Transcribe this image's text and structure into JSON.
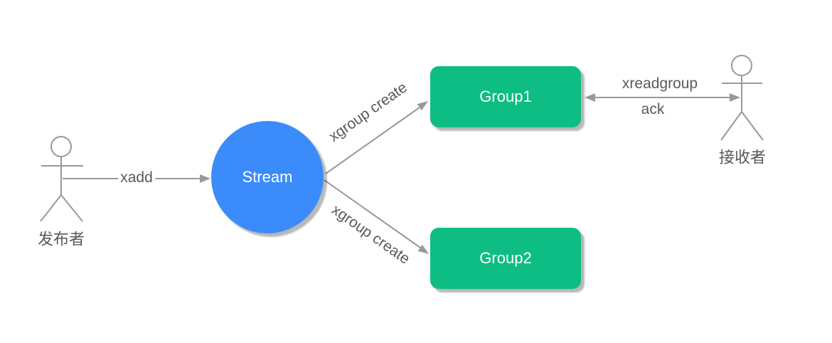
{
  "diagram": {
    "type": "flow-diagram",
    "colors": {
      "stream_fill": "#3b8bfa",
      "group_fill": "#0dbd84",
      "node_text": "#ffffff",
      "line": "#999999",
      "label_text": "#595959",
      "background": "#ffffff"
    },
    "actors": {
      "publisher": {
        "label": "发布者"
      },
      "receiver": {
        "label": "接收者"
      }
    },
    "nodes": {
      "stream": {
        "label": "Stream",
        "shape": "circle"
      },
      "group1": {
        "label": "Group1",
        "shape": "rounded-rect"
      },
      "group2": {
        "label": "Group2",
        "shape": "rounded-rect"
      }
    },
    "edges": [
      {
        "id": "xadd",
        "label": "xadd",
        "from": "publisher",
        "to": "stream",
        "direction": "forward"
      },
      {
        "id": "xgroup-create-top",
        "label": "xgroup create",
        "from": "stream",
        "to": "group1",
        "direction": "forward"
      },
      {
        "id": "xgroup-create-bottom",
        "label": "xgroup create",
        "from": "stream",
        "to": "group2",
        "direction": "forward"
      },
      {
        "id": "xreadgroup-ack",
        "labels": [
          "xreadgroup",
          "ack"
        ],
        "from": "receiver",
        "to": "group1",
        "direction": "both"
      }
    ]
  }
}
